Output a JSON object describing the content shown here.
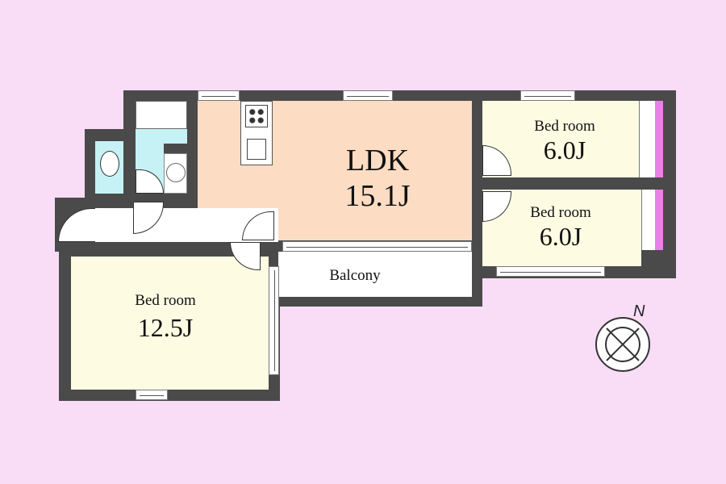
{
  "rooms": {
    "ldk": {
      "name": "LDK",
      "size": "15.1J"
    },
    "bedroom_ne": {
      "name": "Bed room",
      "size": "6.0J"
    },
    "bedroom_se": {
      "name": "Bed room",
      "size": "6.0J"
    },
    "bedroom_w": {
      "name": "Bed room",
      "size": "12.5J"
    },
    "balcony": {
      "name": "Balcony"
    }
  },
  "compass": {
    "label": "N"
  },
  "colors": {
    "background": "#f9dcf6",
    "wall": "#4a4a4a",
    "ldk": "#fcdcc2",
    "bedroom": "#fdfbe2",
    "wet_area": "#c6f2f6",
    "closet": "#ee7ee8"
  }
}
